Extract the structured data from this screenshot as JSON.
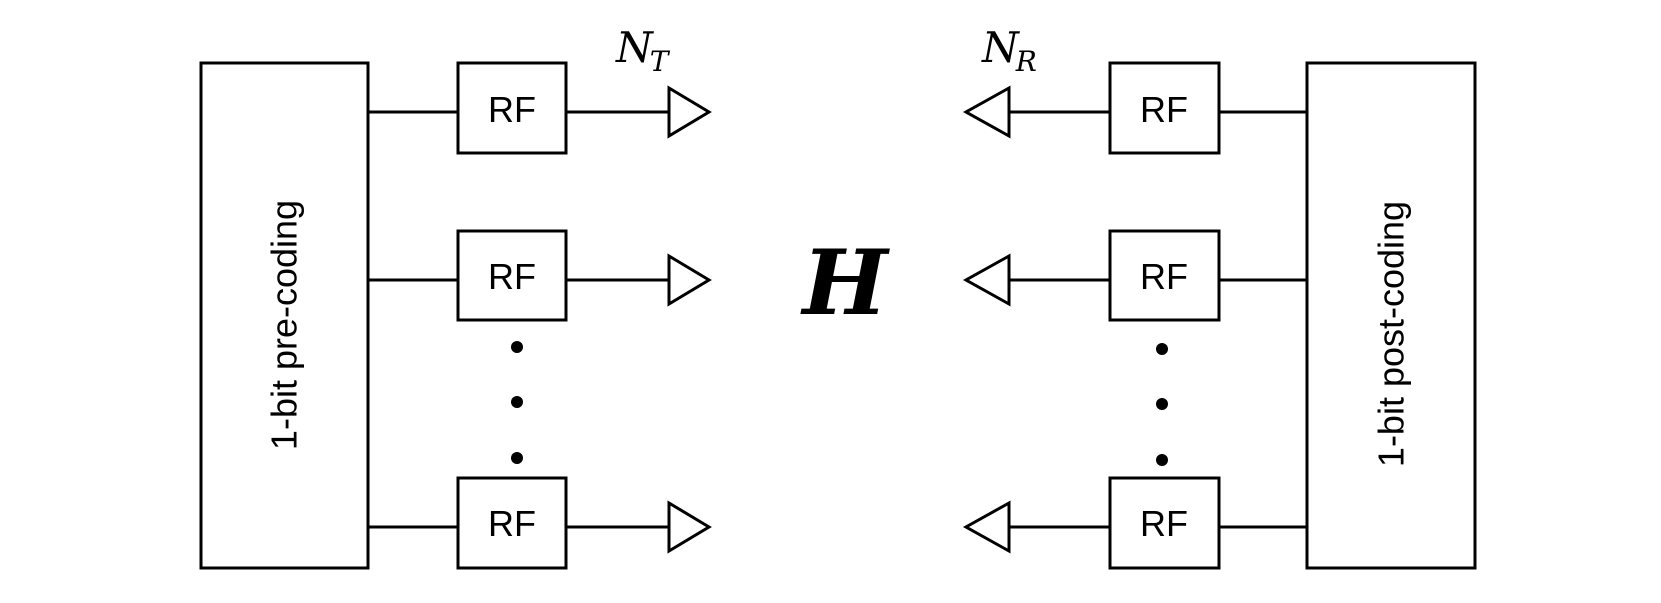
{
  "precoder": {
    "label": "1-bit pre-coding"
  },
  "postcoder": {
    "label": "1-bit post-coding"
  },
  "rf": {
    "label": "RF"
  },
  "tx": {
    "antenna_symbol": "N",
    "antenna_subscript": "T"
  },
  "rx": {
    "antenna_symbol": "N",
    "antenna_subscript": "R"
  },
  "channel": {
    "label": "H"
  }
}
